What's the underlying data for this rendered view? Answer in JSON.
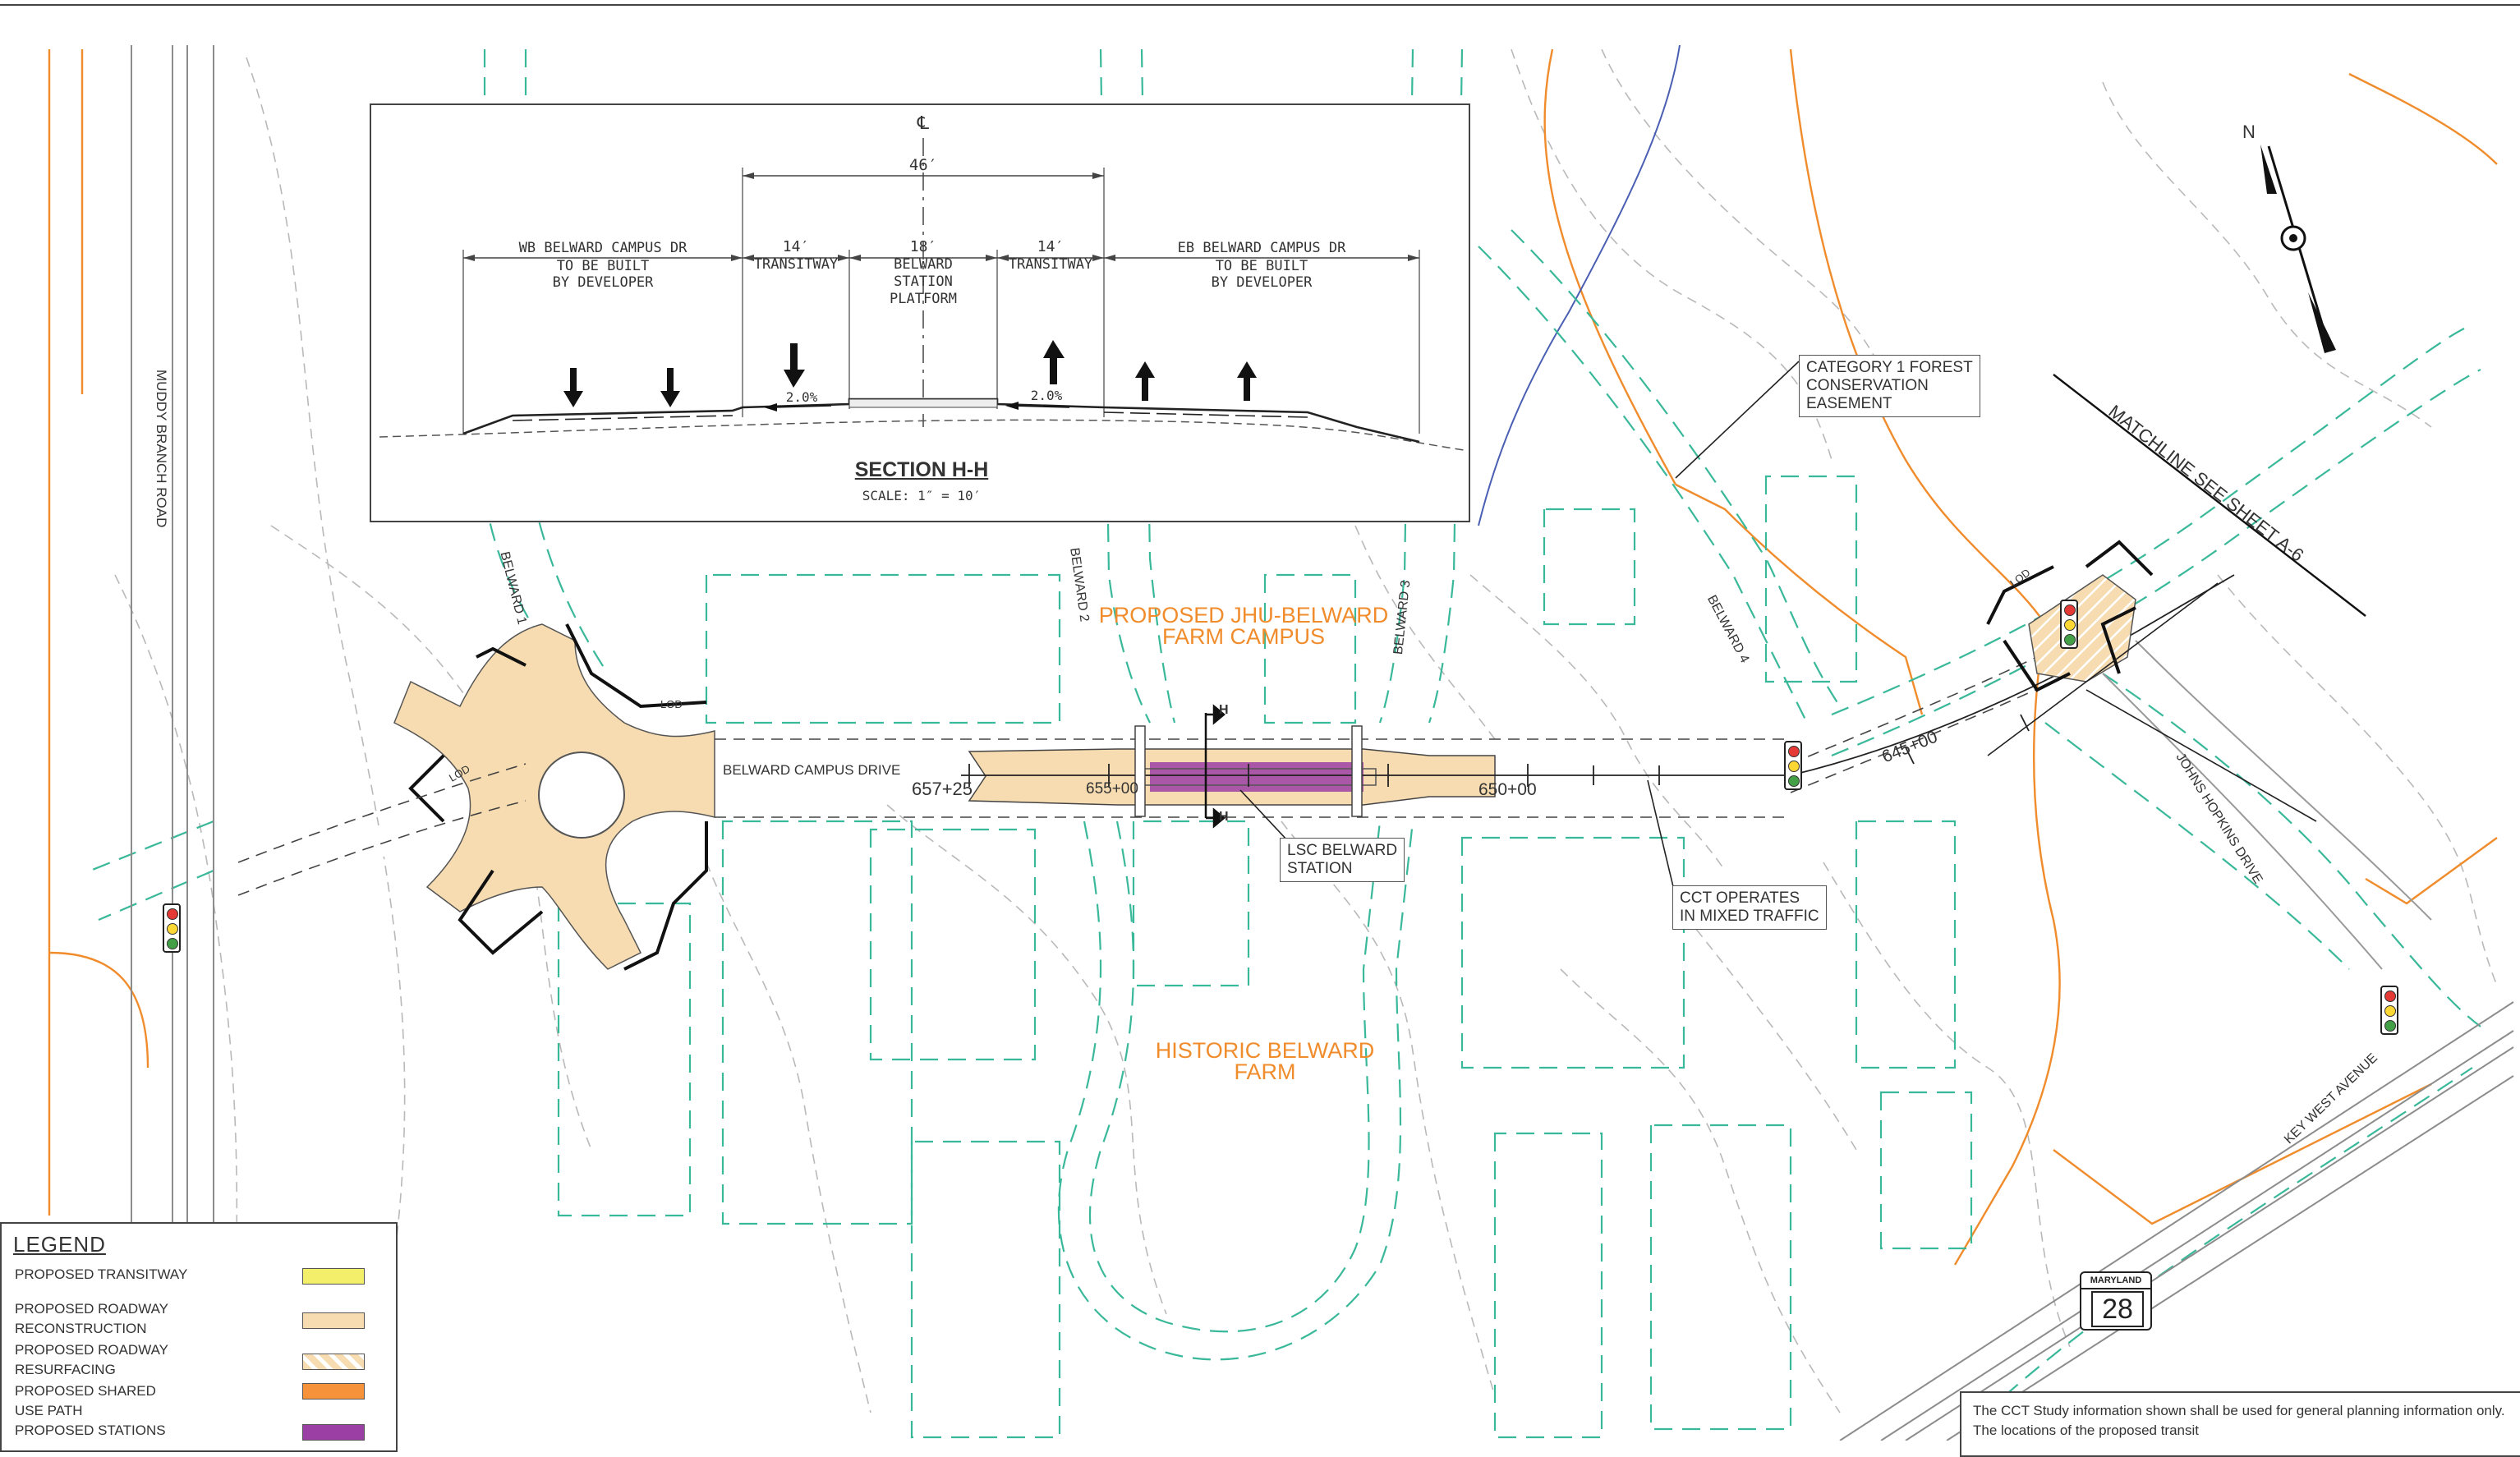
{
  "section": {
    "centerline_symbol": "℄",
    "overall_dim": "46′",
    "title": "SECTION H-H",
    "scale": "SCALE: 1″ = 10′",
    "left_road": [
      "WB BELWARD CAMPUS DR",
      "TO BE BUILT",
      "BY DEVELOPER"
    ],
    "right_road": [
      "EB BELWARD CAMPUS DR",
      "TO BE BUILT",
      "BY DEVELOPER"
    ],
    "transitway_left": {
      "dim": "14′",
      "label": "TRANSITWAY",
      "slope": "2.0%"
    },
    "platform": {
      "dim": "18′",
      "label": [
        "BELWARD",
        "STATION",
        "PLATFORM"
      ]
    },
    "transitway_right": {
      "dim": "14′",
      "label": "TRANSITWAY",
      "slope": "2.0%"
    }
  },
  "streets": {
    "muddy_branch": "MUDDY BRANCH ROAD",
    "belward1": "BELWARD 1",
    "belward2": "BELWARD 2",
    "belward3": "BELWARD 3",
    "belward4": "BELWARD 4",
    "campus_drive": "BELWARD CAMPUS DRIVE",
    "johns_hopkins": "JOHNS HOPKINS DRIVE",
    "key_west": "KEY WEST AVENUE",
    "matchline": "MATCHLINE SEE SHEET A-6"
  },
  "areas": {
    "jhu_campus": [
      "PROPOSED JHU-BELWARD",
      "FARM CAMPUS"
    ],
    "historic_farm": [
      "HISTORIC BELWARD",
      "FARM"
    ]
  },
  "callouts": {
    "forest": [
      "CATEGORY 1 FOREST",
      "CONSERVATION",
      "EASEMENT"
    ],
    "station": [
      "LSC BELWARD",
      "STATION"
    ],
    "mixed": [
      "CCT OPERATES",
      "IN MIXED TRAFFIC"
    ]
  },
  "stations": {
    "s1": "657+25",
    "s2": "655+00",
    "s3": "650+00",
    "s4": "645+00"
  },
  "section_marks": {
    "top": "H",
    "bottom": "H"
  },
  "lod": "LOD",
  "north": "N",
  "route_shield": {
    "state": "MARYLAND",
    "number": "28"
  },
  "legend": {
    "title": "LEGEND",
    "items": [
      {
        "label": [
          "PROPOSED TRANSITWAY"
        ],
        "color": "#f3ef6a"
      },
      {
        "label": [
          "PROPOSED ROADWAY",
          "RECONSTRUCTION"
        ],
        "color": "#f6dcb0"
      },
      {
        "label": [
          "PROPOSED ROADWAY",
          "RESURFACING"
        ],
        "color": "#f6dcb0",
        "hatched": true
      },
      {
        "label": [
          "PROPOSED SHARED",
          "USE PATH"
        ],
        "color": "#f5923a"
      },
      {
        "label": [
          "PROPOSED STATIONS"
        ],
        "color": "#9b3fa5"
      }
    ]
  },
  "note": "The CCT Study information shown shall be used for general planning information only.  The locations of the proposed transit"
}
